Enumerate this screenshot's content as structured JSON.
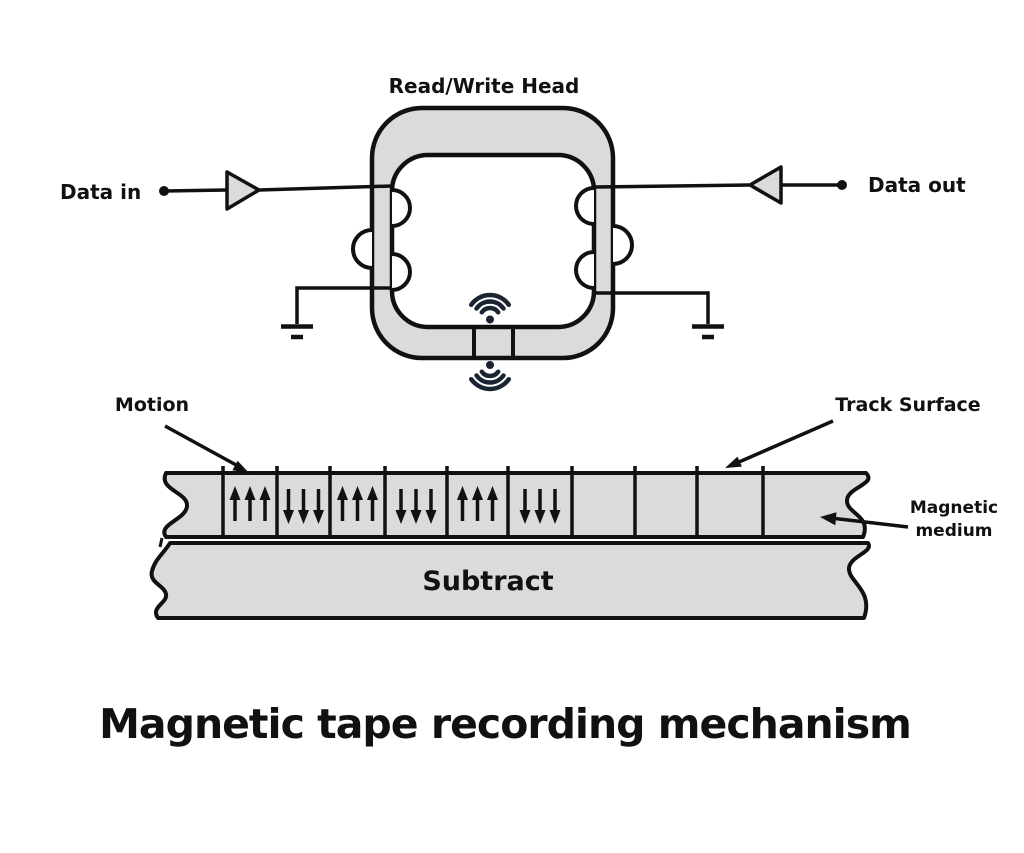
{
  "title": "Magnetic tape recording mechanism",
  "head": {
    "label": "Read/Write Head",
    "data_in_label": "Data in",
    "data_out_label": "Data out"
  },
  "tape": {
    "motion_label": "Motion",
    "track_surface_label": "Track Surface",
    "magnetic_medium_label_line1": "Magnetic",
    "magnetic_medium_label_line2": "medium",
    "substrate_label": "Subtract",
    "cells": [
      {
        "pattern": ""
      },
      {
        "pattern": "up"
      },
      {
        "pattern": "down"
      },
      {
        "pattern": "up"
      },
      {
        "pattern": "down"
      },
      {
        "pattern": "up"
      },
      {
        "pattern": "down"
      },
      {
        "pattern": ""
      },
      {
        "pattern": ""
      },
      {
        "pattern": ""
      },
      {
        "pattern": ""
      }
    ]
  },
  "colors": {
    "background": "#ffffff",
    "ink": "#111111",
    "metal_fill": "#dbdbdb",
    "field_waves": "#1b2433"
  }
}
